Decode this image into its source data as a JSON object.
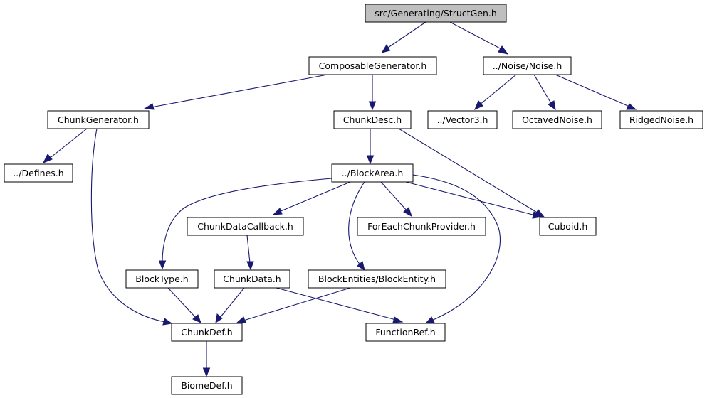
{
  "graph": {
    "nodes": {
      "structgen": "src/Generating/StructGen.h",
      "composable": "ComposableGenerator.h",
      "noise": "../Noise/Noise.h",
      "chunkgen": "ChunkGenerator.h",
      "chunkdesc": "ChunkDesc.h",
      "vector3": "../Vector3.h",
      "octaved": "OctavedNoise.h",
      "ridged": "RidgedNoise.h",
      "defines": "../Defines.h",
      "blockarea": "../BlockArea.h",
      "cdcallback": "ChunkDataCallback.h",
      "foreach": "ForEachChunkProvider.h",
      "cuboid": "Cuboid.h",
      "blocktype": "BlockType.h",
      "chunkdata": "ChunkData.h",
      "blockentity": "BlockEntities/BlockEntity.h",
      "chunkdef": "ChunkDef.h",
      "functionref": "FunctionRef.h",
      "biomedef": "BiomeDef.h"
    },
    "edges": [
      [
        "structgen",
        "composable"
      ],
      [
        "structgen",
        "noise"
      ],
      [
        "composable",
        "chunkgen"
      ],
      [
        "composable",
        "chunkdesc"
      ],
      [
        "noise",
        "vector3"
      ],
      [
        "noise",
        "octaved"
      ],
      [
        "noise",
        "ridged"
      ],
      [
        "chunkgen",
        "defines"
      ],
      [
        "chunkgen",
        "chunkdef"
      ],
      [
        "chunkdesc",
        "blockarea"
      ],
      [
        "chunkdesc",
        "cuboid"
      ],
      [
        "blockarea",
        "blocktype"
      ],
      [
        "blockarea",
        "cdcallback"
      ],
      [
        "blockarea",
        "foreach"
      ],
      [
        "blockarea",
        "cuboid"
      ],
      [
        "blockarea",
        "blockentity"
      ],
      [
        "blockarea",
        "functionref"
      ],
      [
        "cdcallback",
        "chunkdata"
      ],
      [
        "blocktype",
        "chunkdef"
      ],
      [
        "chunkdata",
        "chunkdef"
      ],
      [
        "chunkdata",
        "functionref"
      ],
      [
        "blockentity",
        "chunkdef"
      ],
      [
        "chunkdef",
        "biomedef"
      ]
    ],
    "colors": {
      "edge": "#191970",
      "root_fill": "#bfbfbf",
      "node_fill": "#ffffff",
      "node_border": "#000000"
    }
  }
}
